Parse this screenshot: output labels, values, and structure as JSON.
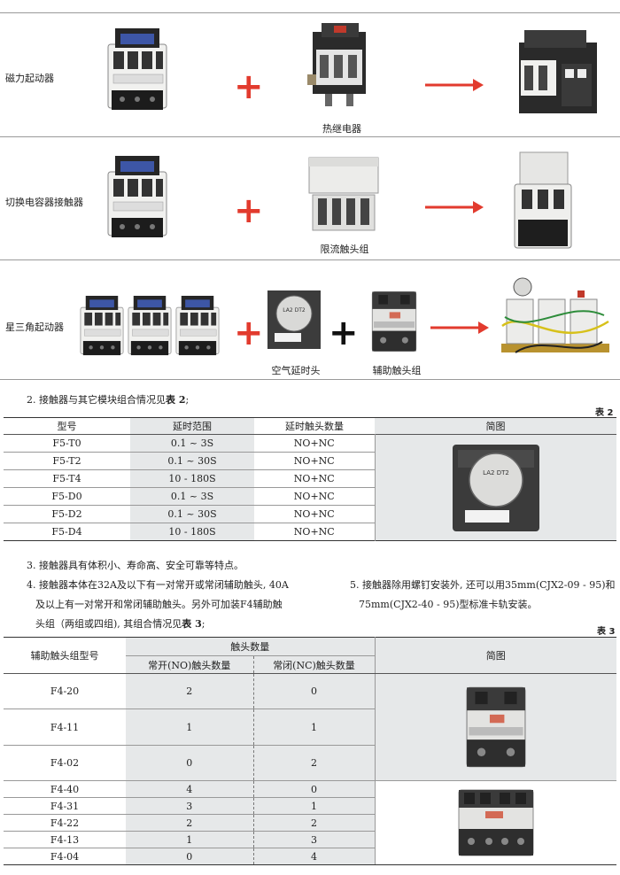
{
  "rows": [
    {
      "label": "磁力起动器",
      "caption": "热继电器"
    },
    {
      "label": "切换电容器接触器",
      "caption": "限流触头组"
    },
    {
      "label": "星三角起动器",
      "caption1": "空气延时头",
      "caption2": "辅助触头组"
    }
  ],
  "symbols": {
    "plus": "+"
  },
  "device_labels": {
    "delay_head": "LA2 DT2"
  },
  "para2": {
    "text": "2. 接触器与其它模块组合情况见",
    "ref": "表 2",
    "end": ";"
  },
  "table2": {
    "number": "表 2",
    "headers": [
      "型号",
      "延时范围",
      "延时触头数量",
      "简图"
    ],
    "rows": [
      [
        "F5-T0",
        "0.1 ~ 3S",
        "NO+NC"
      ],
      [
        "F5-T2",
        "0.1 ~ 30S",
        "NO+NC"
      ],
      [
        "F5-T4",
        "10 - 180S",
        "NO+NC"
      ],
      [
        "F5-D0",
        "0.1 ~ 3S",
        "NO+NC"
      ],
      [
        "F5-D2",
        "0.1 ~ 30S",
        "NO+NC"
      ],
      [
        "F5-D4",
        "10 - 180S",
        "NO+NC"
      ]
    ]
  },
  "para3": "3. 接触器具有体积小、寿命高、安全可靠等特点。",
  "para4": {
    "line1": "4. 接触器本体在32A及以下有一对常开或常闭辅助触头, 40A",
    "line2": "及以上有一对常开和常闭辅助触头。另外可加装F4辅助触",
    "line3a": "头组（两组或四组), 其组合情况见",
    "ref": "表 3",
    "end": ";"
  },
  "para5": {
    "line1": "5. 接触器除用螺钉安装外, 还可以用35mm(CJX2-09 - 95)和",
    "line2": "75mm(CJX2-40 - 95)型标准卡轨安装。"
  },
  "table3": {
    "number": "表 3",
    "header_model": "辅助触头组型号",
    "header_group": "触头数量",
    "header_no": "常开(NO)触头数量",
    "header_nc": "常闭(NC)触头数量",
    "header_img": "简图",
    "rows": [
      [
        "F4-20",
        "2",
        "0"
      ],
      [
        "F4-11",
        "1",
        "1"
      ],
      [
        "F4-02",
        "0",
        "2"
      ],
      [
        "F4-40",
        "4",
        "0"
      ],
      [
        "F4-31",
        "3",
        "1"
      ],
      [
        "F4-22",
        "2",
        "2"
      ],
      [
        "F4-13",
        "1",
        "3"
      ],
      [
        "F4-04",
        "0",
        "4"
      ]
    ]
  },
  "colors": {
    "red": "#e23b2e",
    "shade": "#e6e8e9",
    "rule": "#9a9a9a"
  }
}
